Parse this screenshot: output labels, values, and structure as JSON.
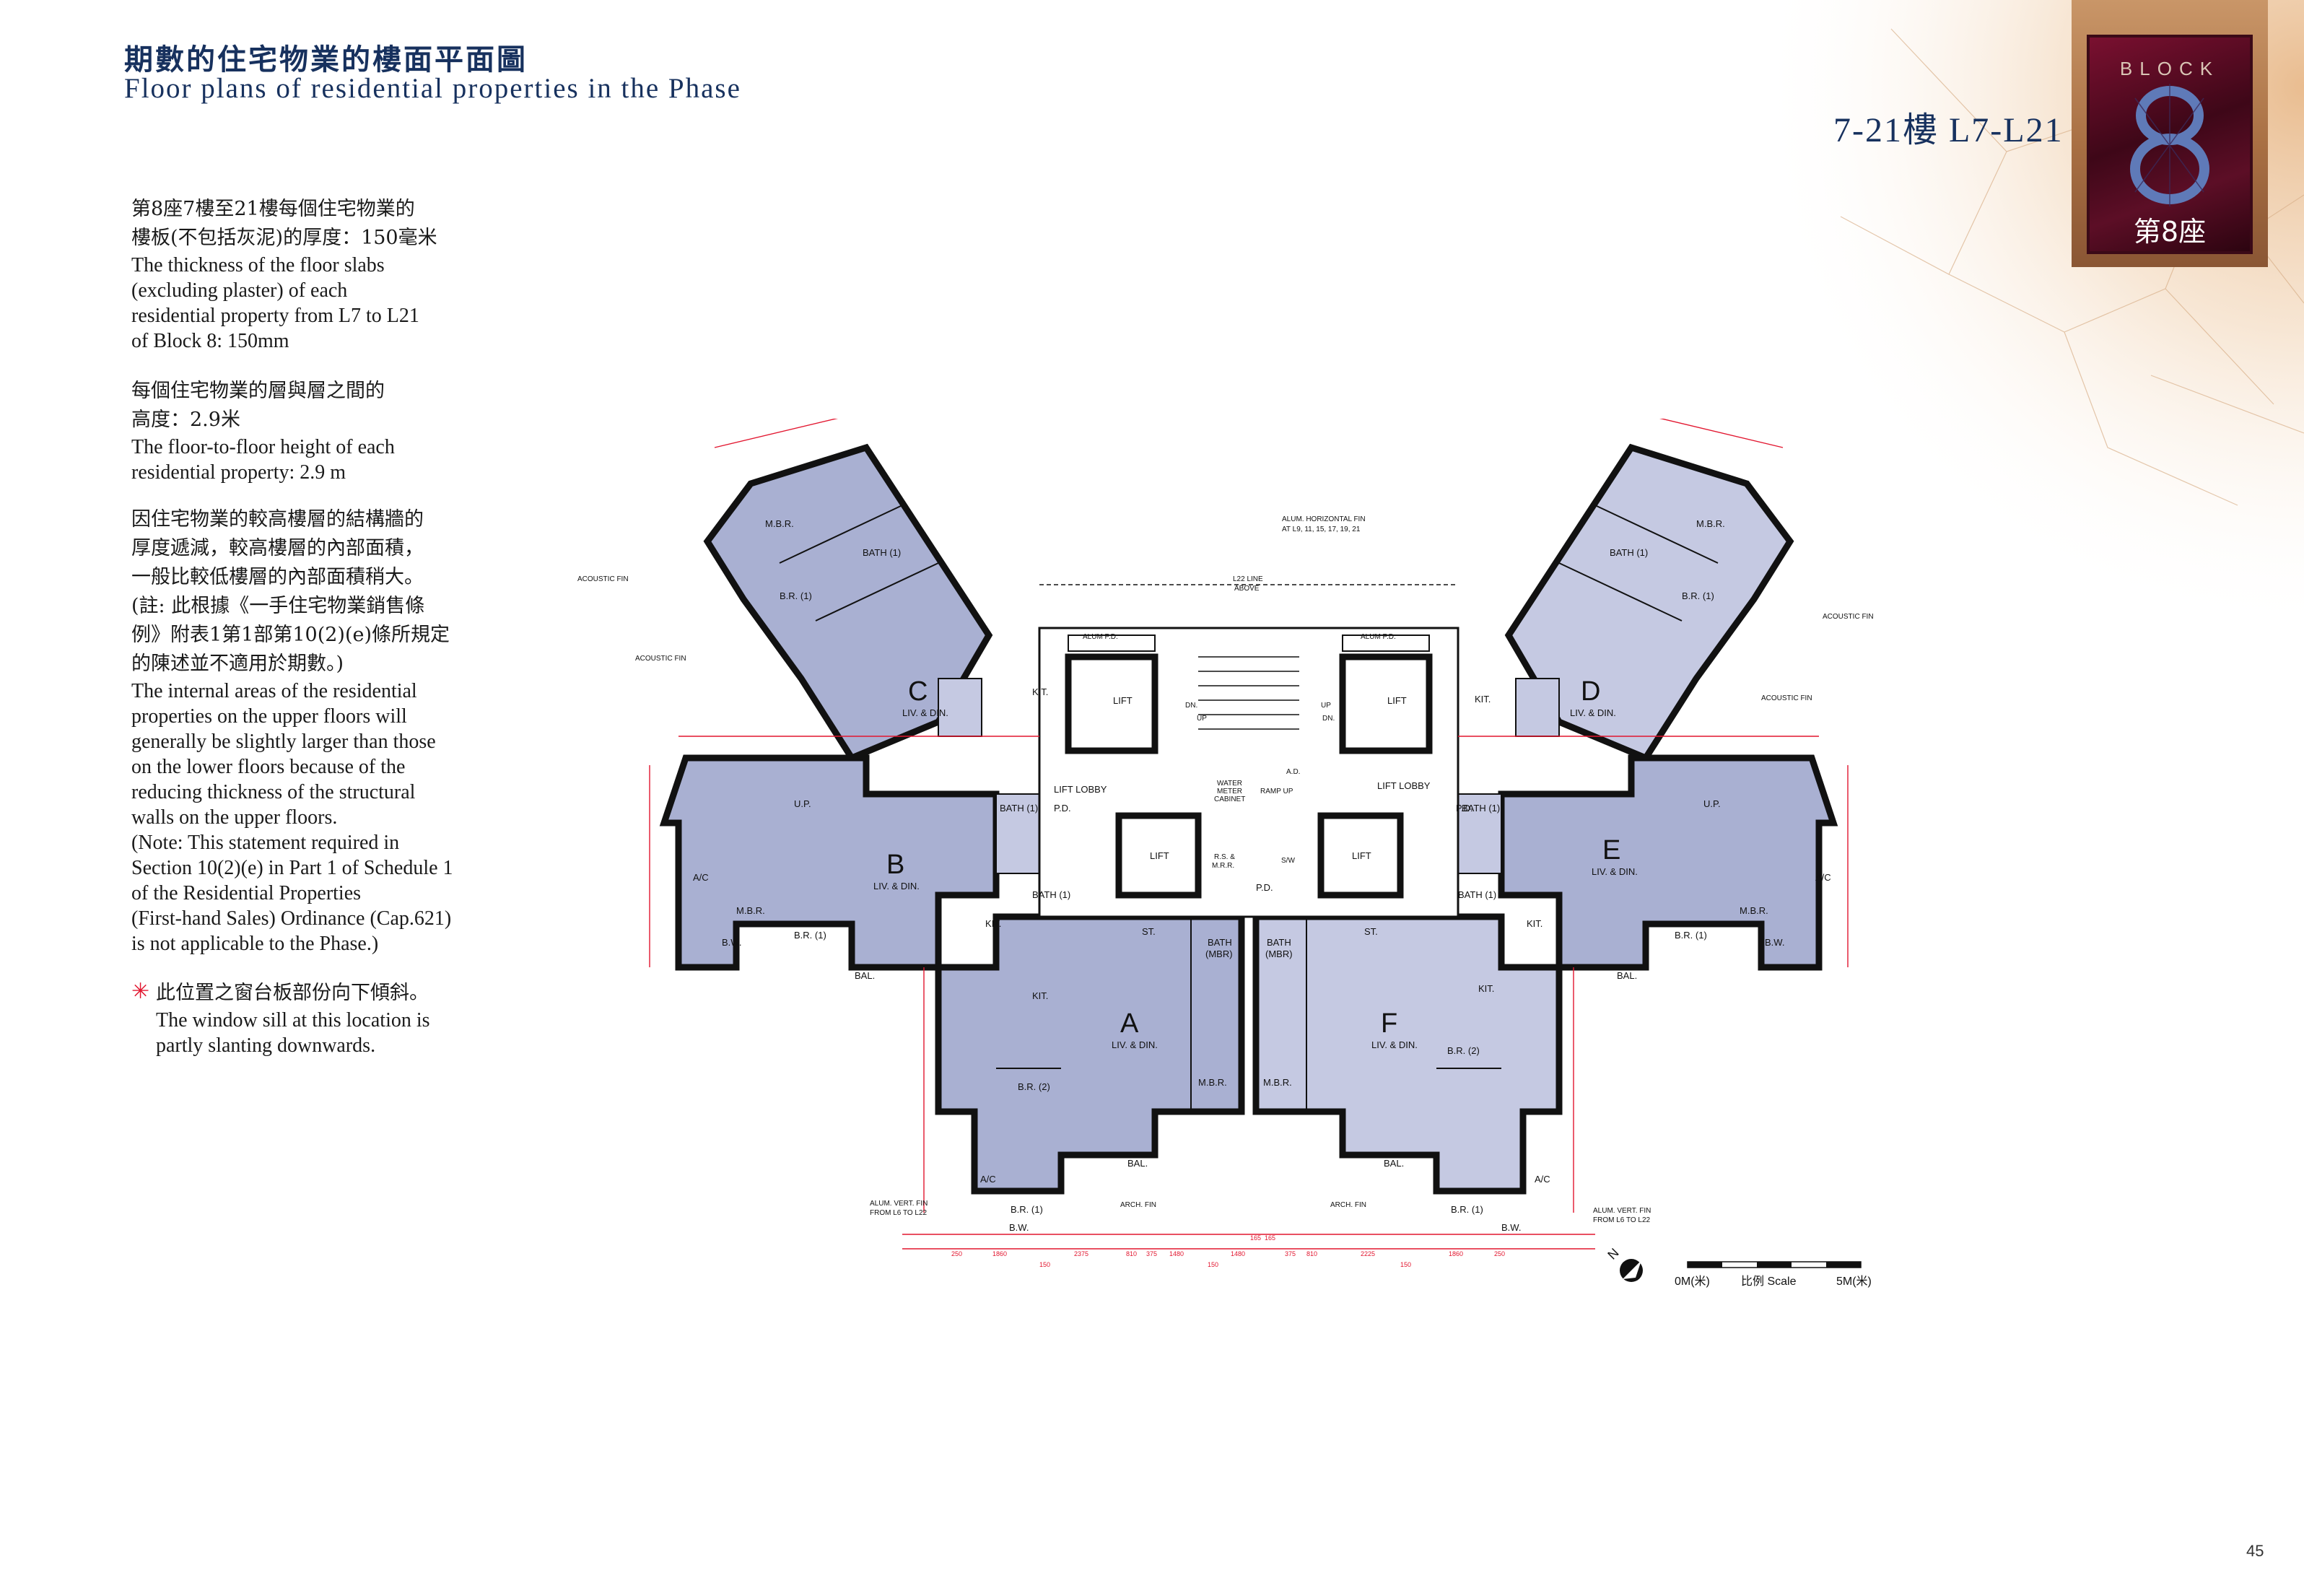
{
  "header": {
    "title_zh": "期數的住宅物業的樓面平面圖",
    "title_en": "Floor plans of residential properties in the Phase",
    "floor_label": "7-21樓 L7-L21"
  },
  "badge": {
    "block_en": "BLOCK",
    "block_zh": "第8座",
    "number": "8"
  },
  "notes": {
    "slab_zh_1": "第8座7樓至21樓每個住宅物業的",
    "slab_zh_2": "樓板(不包括灰泥)的厚度：150毫米",
    "slab_en_1": "The thickness of the floor slabs",
    "slab_en_2": "(excluding plaster) of each",
    "slab_en_3": "residential property from L7 to L21",
    "slab_en_4": "of Block 8: 150mm",
    "height_zh_1": "每個住宅物業的層與層之間的",
    "height_zh_2": "高度：2.9米",
    "height_en_1": "The floor-to-floor height of each",
    "height_en_2": "residential property: 2.9 m",
    "wall_zh_1": "因住宅物業的較高樓層的結構牆的",
    "wall_zh_2": "厚度遞減，較高樓層的內部面積，",
    "wall_zh_3": "一般比較低樓層的內部面積稍大。",
    "wall_zh_4": "(註: 此根據《一手住宅物業銷售條",
    "wall_zh_5": "例》附表1第1部第10(2)(e)條所規定",
    "wall_zh_6": "的陳述並不適用於期數。)",
    "wall_en_1": "The internal areas of the residential",
    "wall_en_2": "properties on the upper floors will",
    "wall_en_3": "generally be slightly larger than those",
    "wall_en_4": "on the lower floors because of the",
    "wall_en_5": "reducing thickness of the structural",
    "wall_en_6": "walls on the upper floors.",
    "wall_en_7": "(Note: This statement required in",
    "wall_en_8": "Section 10(2)(e) in Part 1 of Schedule 1",
    "wall_en_9": "of the Residential Properties",
    "wall_en_10": "(First-hand Sales) Ordinance (Cap.621)",
    "wall_en_11": "is not applicable to the Phase.)",
    "sill_zh": "此位置之窗台板部份向下傾斜。",
    "sill_en_1": "The window sill at this location is",
    "sill_en_2": "partly slanting downwards.",
    "sill_symbol": "✳"
  },
  "plan": {
    "units": [
      "A",
      "B",
      "C",
      "D",
      "E",
      "F"
    ],
    "rooms": {
      "liv_din": "LIV. & DIN.",
      "mbr": "M.B.R.",
      "br1": "B.R. (1)",
      "br2": "B.R. (2)",
      "bath": "BATH",
      "bath1": "BATH (1)",
      "bath_mbr": "(MBR)",
      "kit": "KIT.",
      "bal": "BAL.",
      "bw": "B.W.",
      "up": "U.P.",
      "ac": "A/C",
      "st": "ST.",
      "pd": "P.D.",
      "lift": "LIFT",
      "lift_lobby": "LIFT LOBBY",
      "alum_pd": "ALUM P.D.",
      "water_meter_1": "WATER",
      "water_meter_2": "METER",
      "water_meter_3": "CABINET",
      "ramp_up": "RAMP UP",
      "rs_1": "R.S. &",
      "rs_2": "M.R.R.",
      "sw": "S/W",
      "ad": "A.D.",
      "dn": "DN.",
      "up_stair": "UP"
    },
    "annotations": {
      "acoustic_fin": "ACOUSTIC FIN",
      "alum_fin_1": "ALUM. HORIZONTAL FIN",
      "alum_fin_2": "AT L9, 11, 15, 17, 19, 21",
      "l22_1": "L22 LINE",
      "l22_2": "ABOVE",
      "vert_fin_l_1": "ALUM. VERT. FIN",
      "vert_fin_l_2": "FROM L6 TO L22",
      "vert_fin_r_1": "ALUM. VERT. FIN",
      "vert_fin_r_2": "FROM L6 TO L22",
      "arch_fin": "ARCH. FIN"
    },
    "scale": {
      "zero": "0M(米)",
      "label": "比例 Scale",
      "five": "5M(米)",
      "north": "N"
    },
    "dims_bottom": [
      "250",
      "1860",
      "150",
      "2375",
      "810",
      "375",
      "1480",
      "150",
      "1480",
      "375",
      "810",
      "2225",
      "150",
      "1860",
      "250"
    ],
    "dims_top_small": [
      "165",
      "165"
    ]
  },
  "page_number": "45",
  "colors": {
    "navy": "#17315e",
    "unit_fill_dark": "#a9b0d2",
    "unit_fill_light": "#c5c9e2",
    "dimension_red": "#e2162f",
    "badge_red": "#5c0e26"
  }
}
